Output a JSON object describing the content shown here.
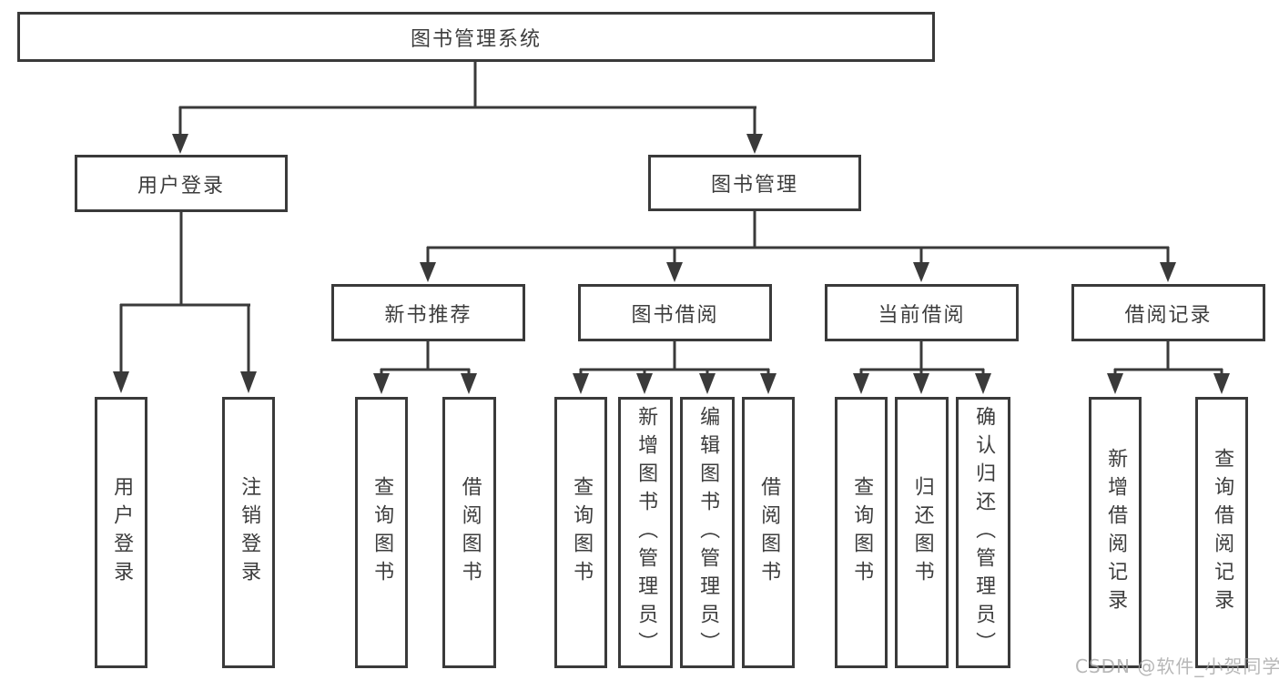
{
  "tree": {
    "label": "图书管理系统",
    "children": [
      {
        "label": "用户登录",
        "children": [
          {
            "label": "用户登录"
          },
          {
            "label": "注销登录"
          }
        ]
      },
      {
        "label": "图书管理",
        "children": [
          {
            "label": "新书推荐",
            "children": [
              {
                "label": "查询图书"
              },
              {
                "label": "借阅图书"
              }
            ]
          },
          {
            "label": "图书借阅",
            "children": [
              {
                "label": "查询图书"
              },
              {
                "label": "新增图书（管理员）"
              },
              {
                "label": "编辑图书（管理员）"
              },
              {
                "label": "借阅图书"
              }
            ]
          },
          {
            "label": "当前借阅",
            "children": [
              {
                "label": "查询图书"
              },
              {
                "label": "归还图书"
              },
              {
                "label": "确认归还（管理员）"
              }
            ]
          },
          {
            "label": "借阅记录",
            "children": [
              {
                "label": "新增借阅记录"
              },
              {
                "label": "查询借阅记录"
              }
            ]
          }
        ]
      }
    ]
  },
  "watermark": {
    "text": "CSDN @软件_小贺同学"
  },
  "colors": {
    "line": "#3a3a3a",
    "text": "#3d3d3d",
    "box_background": "#ffffff",
    "page_background": "#ffffff",
    "watermark": "#a5a5a5"
  }
}
